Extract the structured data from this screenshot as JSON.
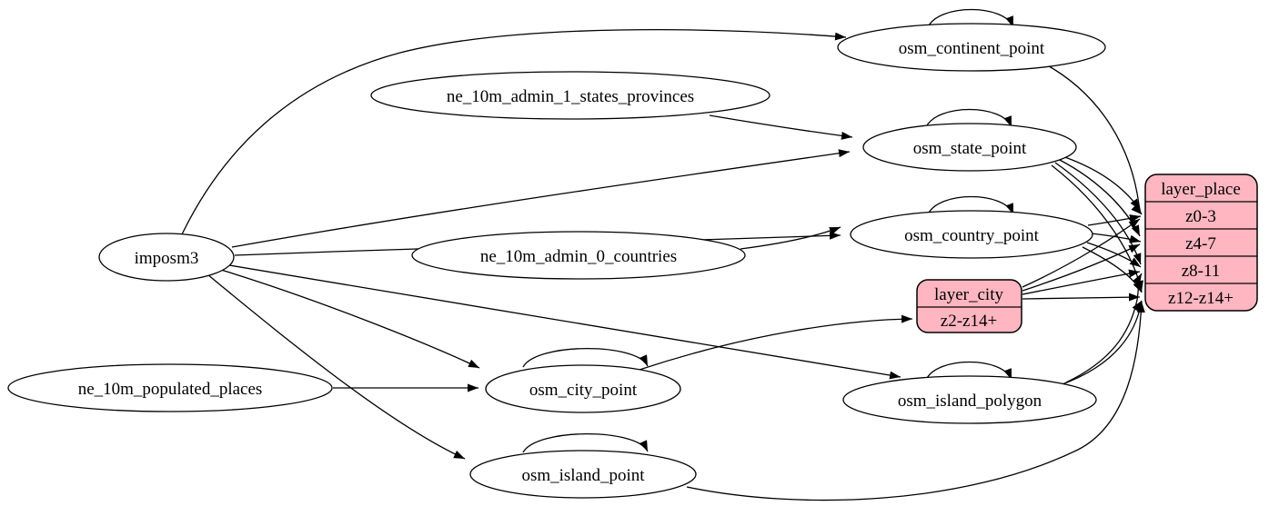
{
  "diagram": {
    "type": "directed-graph",
    "colors": {
      "background": "#ffffff",
      "edge_stroke": "#000000",
      "ellipse_fill": "#ffffff",
      "record_fill": "#ffb6c1",
      "text": "#000000"
    },
    "nodes": {
      "imposm3": {
        "label": "imposm3",
        "shape": "ellipse"
      },
      "ne_10m_admin_1_states_provinces": {
        "label": "ne_10m_admin_1_states_provinces",
        "shape": "ellipse"
      },
      "ne_10m_admin_0_countries": {
        "label": "ne_10m_admin_0_countries",
        "shape": "ellipse"
      },
      "ne_10m_populated_places": {
        "label": "ne_10m_populated_places",
        "shape": "ellipse"
      },
      "osm_continent_point": {
        "label": "osm_continent_point",
        "shape": "ellipse"
      },
      "osm_state_point": {
        "label": "osm_state_point",
        "shape": "ellipse"
      },
      "osm_country_point": {
        "label": "osm_country_point",
        "shape": "ellipse"
      },
      "osm_city_point": {
        "label": "osm_city_point",
        "shape": "ellipse"
      },
      "osm_island_polygon": {
        "label": "osm_island_polygon",
        "shape": "ellipse"
      },
      "osm_island_point": {
        "label": "osm_island_point",
        "shape": "ellipse"
      },
      "layer_city": {
        "label": "layer_city",
        "shape": "record",
        "rows": [
          "z2-z14+"
        ]
      },
      "layer_place": {
        "label": "layer_place",
        "shape": "record",
        "rows": [
          "z0-3",
          "z4-7",
          "z8-11",
          "z12-z14+"
        ]
      }
    },
    "edges": [
      {
        "from": "imposm3",
        "to": "osm_continent_point"
      },
      {
        "from": "imposm3",
        "to": "osm_state_point"
      },
      {
        "from": "imposm3",
        "to": "osm_country_point"
      },
      {
        "from": "imposm3",
        "to": "osm_city_point"
      },
      {
        "from": "imposm3",
        "to": "osm_island_polygon"
      },
      {
        "from": "imposm3",
        "to": "osm_island_point"
      },
      {
        "from": "ne_10m_admin_1_states_provinces",
        "to": "osm_state_point"
      },
      {
        "from": "ne_10m_admin_0_countries",
        "to": "osm_country_point"
      },
      {
        "from": "ne_10m_populated_places",
        "to": "osm_city_point"
      },
      {
        "from": "osm_continent_point",
        "to": "osm_continent_point"
      },
      {
        "from": "osm_state_point",
        "to": "osm_state_point"
      },
      {
        "from": "osm_country_point",
        "to": "osm_country_point"
      },
      {
        "from": "osm_city_point",
        "to": "osm_city_point"
      },
      {
        "from": "osm_island_polygon",
        "to": "osm_island_polygon"
      },
      {
        "from": "osm_island_point",
        "to": "osm_island_point"
      },
      {
        "from": "osm_continent_point",
        "to": "layer_place",
        "port": "z0-3"
      },
      {
        "from": "osm_state_point",
        "to": "layer_place",
        "port": "z0-3"
      },
      {
        "from": "osm_state_point",
        "to": "layer_place",
        "port": "z4-7"
      },
      {
        "from": "osm_state_point",
        "to": "layer_place",
        "port": "z8-11"
      },
      {
        "from": "osm_state_point",
        "to": "layer_place",
        "port": "z12-z14+"
      },
      {
        "from": "osm_country_point",
        "to": "layer_place",
        "port": "z0-3"
      },
      {
        "from": "osm_country_point",
        "to": "layer_place",
        "port": "z4-7"
      },
      {
        "from": "osm_country_point",
        "to": "layer_place",
        "port": "z8-11"
      },
      {
        "from": "osm_country_point",
        "to": "layer_place",
        "port": "z12-z14+"
      },
      {
        "from": "osm_city_point",
        "to": "layer_city",
        "port": "z2-z14+"
      },
      {
        "from": "layer_city",
        "to": "layer_place",
        "port": "z0-3"
      },
      {
        "from": "layer_city",
        "to": "layer_place",
        "port": "z4-7"
      },
      {
        "from": "layer_city",
        "to": "layer_place",
        "port": "z8-11"
      },
      {
        "from": "layer_city",
        "to": "layer_place",
        "port": "z12-z14+"
      },
      {
        "from": "osm_island_polygon",
        "to": "layer_place",
        "port": "z8-11"
      },
      {
        "from": "osm_island_polygon",
        "to": "layer_place",
        "port": "z12-z14+"
      },
      {
        "from": "osm_island_point",
        "to": "layer_place",
        "port": "z12-z14+"
      }
    ]
  }
}
